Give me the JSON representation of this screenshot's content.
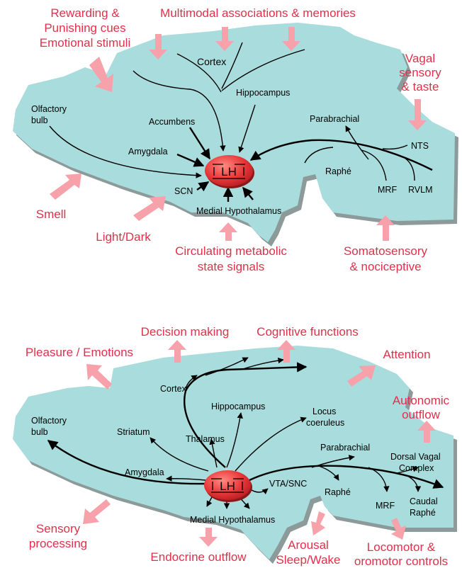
{
  "colors": {
    "brain": "#a9dcdc",
    "cue_text": "#e0304a",
    "cue_arrow": "#f7a1ab",
    "lh_fill": "#e8383a"
  },
  "top": {
    "center": "LH",
    "cues": {
      "rewarding": [
        "Rewarding &",
        "Punishing cues",
        "Emotional stimuli"
      ],
      "multimodal": "Multimodal associations & memories",
      "vagal": [
        "Vagal",
        "sensory",
        "& taste"
      ],
      "smell": "Smell",
      "light": "Light/Dark",
      "circulating": [
        "Circulating metabolic",
        "state signals"
      ],
      "somato": [
        "Somatosensory",
        "& nociceptive"
      ]
    },
    "regions": {
      "cortex": "Cortex",
      "hippocampus": "Hippocampus",
      "olfactory": [
        "Olfactory",
        "bulb"
      ],
      "accumbens": "Accumbens",
      "amygdala": "Amygdala",
      "scn": "SCN",
      "medial_hypothalamus": "Medial Hypothalamus",
      "parabrachial": "Parabrachial",
      "nts": "NTS",
      "raphe": "Raphé",
      "mrf": "MRF",
      "rvlm": "RVLM"
    }
  },
  "bottom": {
    "center": "LH",
    "cues": {
      "pleasure": "Pleasure / Emotions",
      "decision": "Decision making",
      "cognitive": "Cognitive functions",
      "attention": "Attention",
      "autonomic": [
        "Autonomic",
        "outflow"
      ],
      "sensory": [
        "Sensory",
        "processing"
      ],
      "endocrine": "Endocrine outflow",
      "arousal": [
        "Arousal",
        "Sleep/Wake"
      ],
      "locomotor": [
        "Locomotor &",
        "oromotor controls"
      ]
    },
    "regions": {
      "cortex": "Cortex",
      "hippocampus": "Hippocampus",
      "olfactory": [
        "Olfactory",
        "bulb"
      ],
      "striatum": "Striatum",
      "thalamus": "Thalamus",
      "locus": [
        "Locus",
        "coeruleus"
      ],
      "amygdala": "Amygdala",
      "parabrachial": "Parabrachial",
      "dorsal_vagal": [
        "Dorsal Vagal",
        "Complex"
      ],
      "vta": "VTA/SNC",
      "raphe": "Raphé",
      "mrf": "MRF",
      "caudal_raphe": [
        "Caudal",
        "Raphé"
      ],
      "medial_hypothalamus": "Medial Hypothalamus"
    }
  }
}
